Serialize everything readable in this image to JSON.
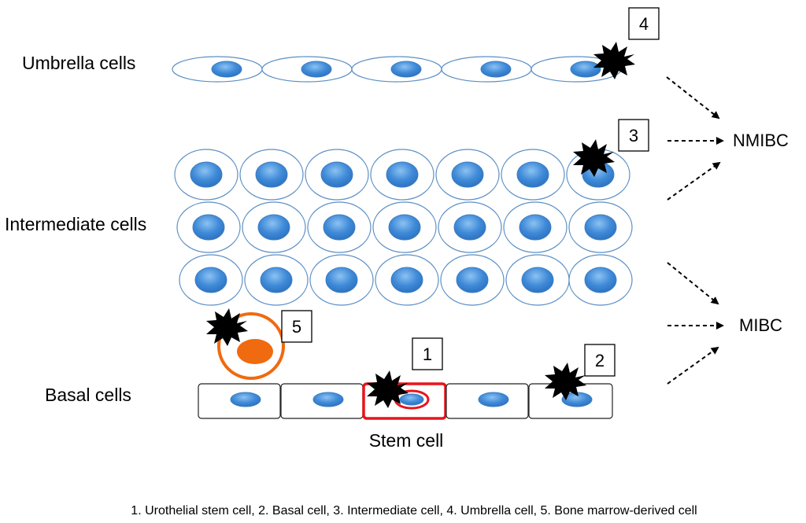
{
  "labels": {
    "umbrella": "Umbrella cells",
    "intermediate": "Intermediate cells",
    "basal": "Basal cells",
    "stem": "Stem cell",
    "nmibc": "NMIBC",
    "mibc": "MIBC"
  },
  "markers": [
    "1",
    "2",
    "3",
    "4",
    "5"
  ],
  "footnote": "1. Urothelial stem cell, 2. Basal cell, 3. Intermediate cell, 4. Umbrella cell, 5. Bone marrow-derived cell",
  "colors": {
    "nucleus": "#3b86d6",
    "cell_outline": "#5b8fc4",
    "stem_highlight": "#e8141b",
    "bone_marrow_cell": "#f06a0f",
    "mutation_burst": "#000000"
  }
}
